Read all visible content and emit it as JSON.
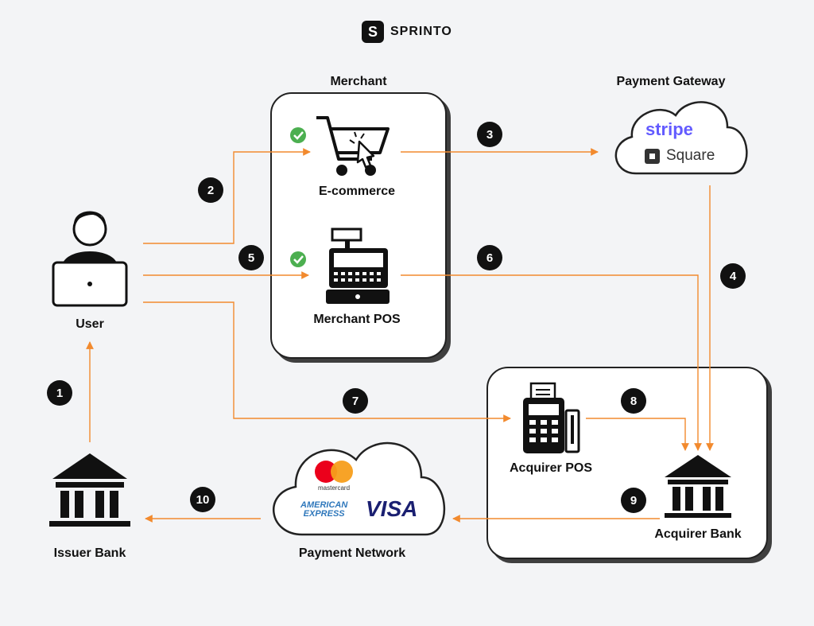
{
  "brand": {
    "mark": "S",
    "name": "SPRINTO"
  },
  "groups": {
    "merchant": "Merchant",
    "gateway": "Payment Gateway"
  },
  "nodes": {
    "user": "User",
    "ecommerce": "E-commerce",
    "merchant_pos": "Merchant POS",
    "acquirer_pos": "Acquirer POS",
    "acquirer_bank": "Acquirer Bank",
    "issuer_bank": "Issuer Bank",
    "payment_network": "Payment Network"
  },
  "gateway_brands": {
    "stripe": "stripe",
    "square": "Square"
  },
  "network_brands": {
    "mastercard": "mastercard",
    "amex_line1": "AMERICAN",
    "amex_line2": "EXPRESS",
    "visa": "VISA"
  },
  "steps": [
    "1",
    "2",
    "3",
    "4",
    "5",
    "6",
    "7",
    "8",
    "9",
    "10"
  ],
  "colors": {
    "arrow": "#f28a2e",
    "check": "#4caf50",
    "stripe": "#635bff",
    "visa": "#1a1f71",
    "amex": "#2e77bb",
    "mc_red": "#eb001b",
    "mc_yellow": "#f79e1b"
  }
}
